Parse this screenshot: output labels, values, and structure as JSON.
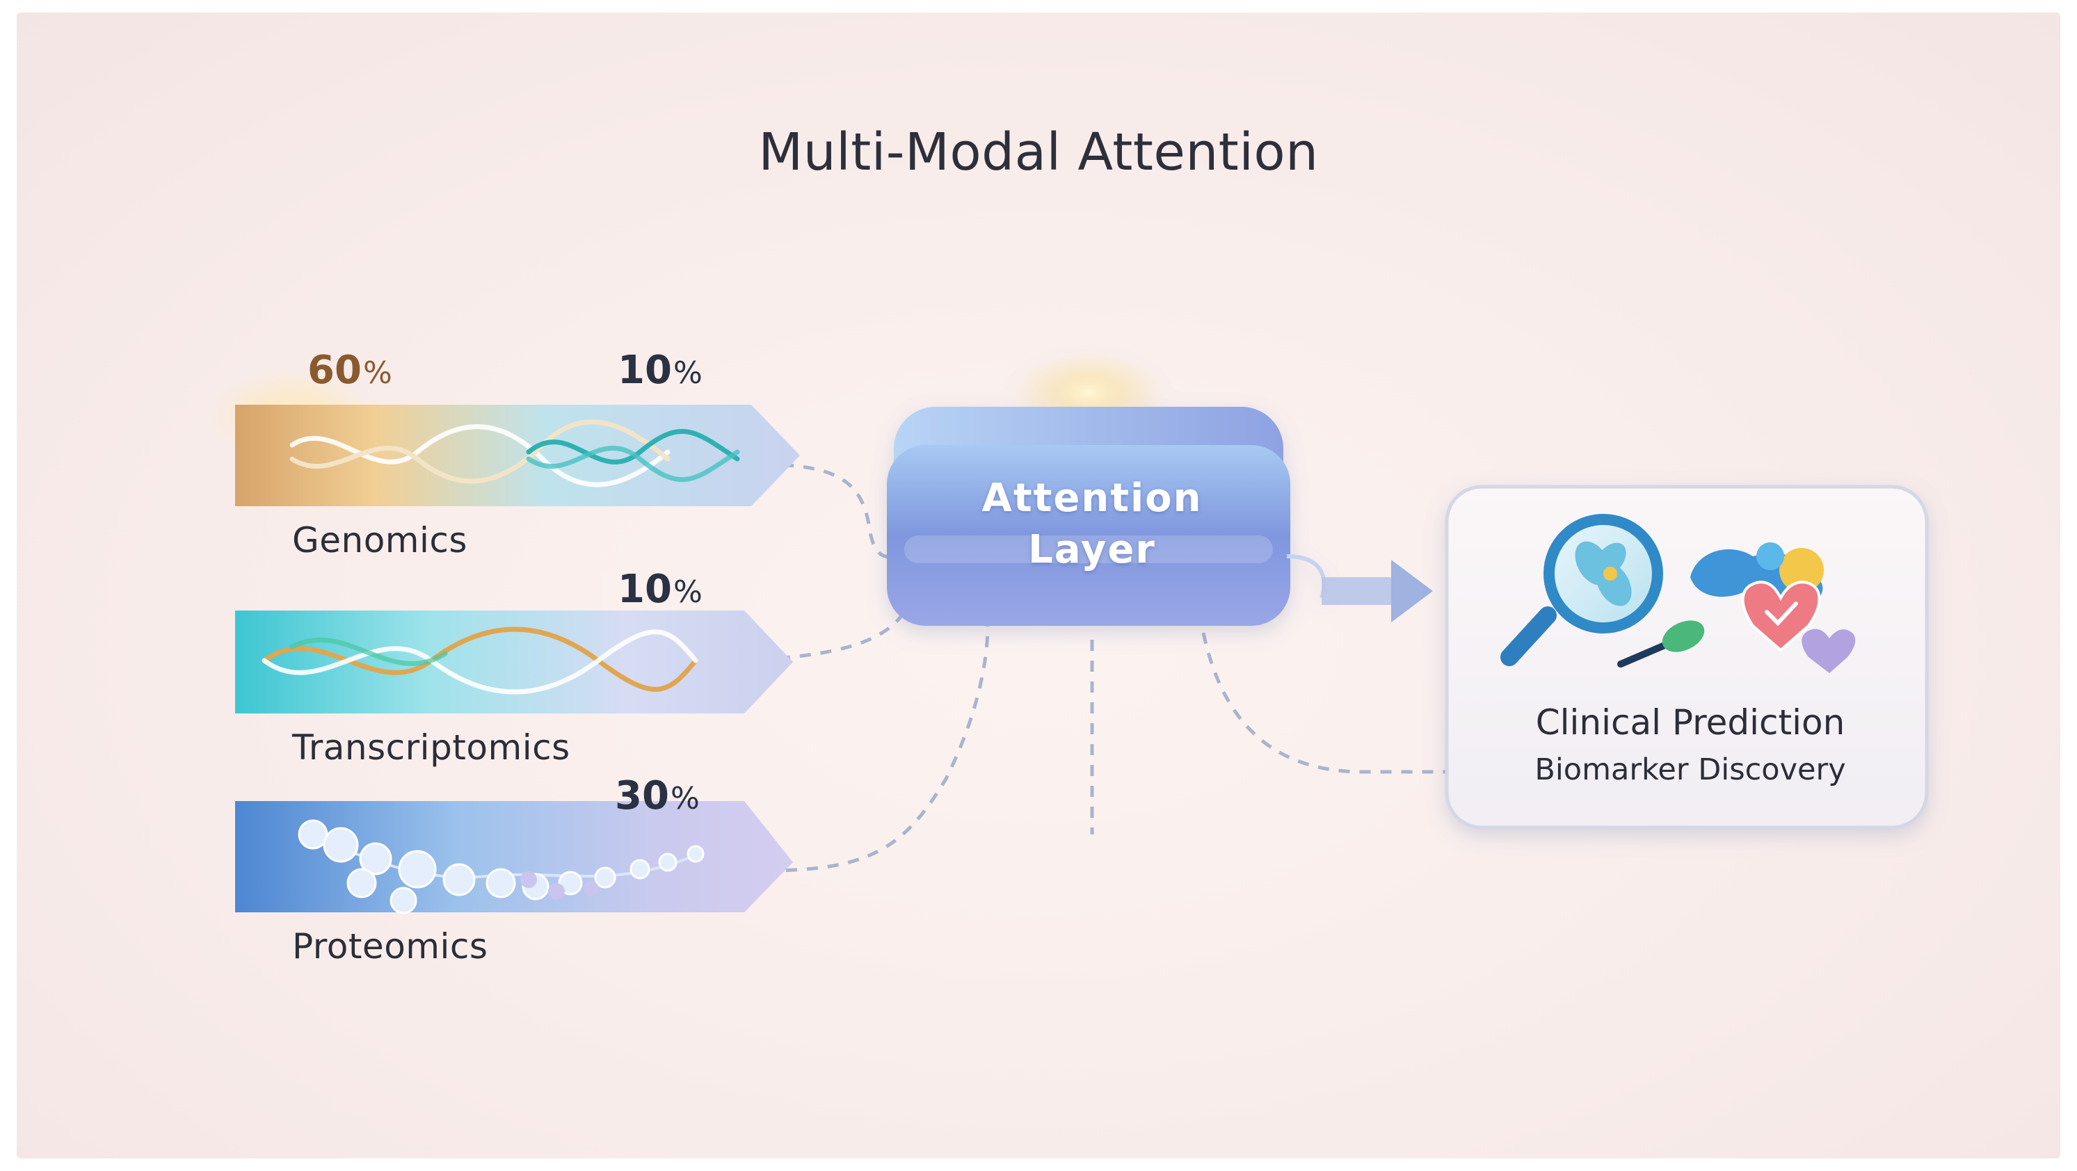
{
  "title": "Multi-Modal Attention",
  "modalities": [
    {
      "name": "Genomics",
      "weight_left": "60",
      "weight_right": "10",
      "unit": "%"
    },
    {
      "name": "Transcriptomics",
      "weight_right": "10",
      "unit": "%"
    },
    {
      "name": "Proteomics",
      "weight_right": "30",
      "unit": "%"
    }
  ],
  "attention": {
    "line1": "Attention",
    "line2": "Layer"
  },
  "output": {
    "title": "Clinical Prediction",
    "subtitle": "Biomarker Discovery"
  },
  "colors": {
    "accent_blue": "#6f8fd8",
    "genomics_warm": "#e8b36a",
    "transcriptomics_teal": "#4fd0d8",
    "proteomics_blue": "#5b93d8",
    "connector": "#a9b4cc"
  }
}
